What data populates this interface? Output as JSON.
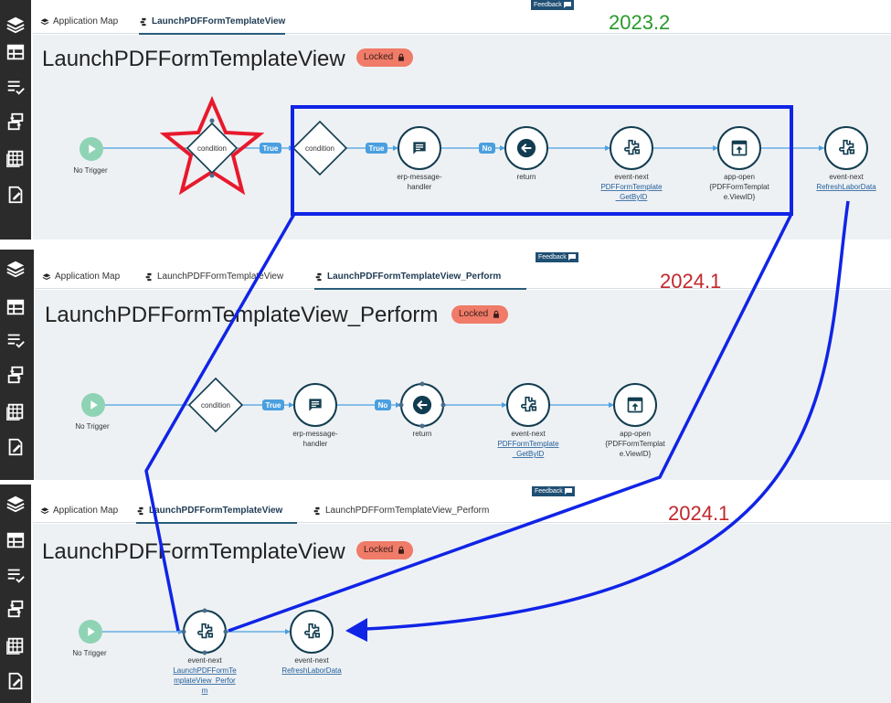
{
  "colors": {
    "accent_node": "#123d50",
    "trigger": "#8fd3b5",
    "pill": "#4a9fe0",
    "annotation_blue": "#1024e6",
    "star_red": "#e8192c",
    "green_version": "#2a9a2a",
    "red_version": "#c0282d"
  },
  "icons": [
    "layers-icon",
    "table-icon",
    "list-check-icon",
    "transfer-icon",
    "grid-icon",
    "edit-icon",
    "lock-icon",
    "feedback-icon",
    "chat-icon",
    "back-arrow-icon",
    "puzzle-icon",
    "app-open-icon",
    "play-icon"
  ],
  "panel1": {
    "version": "2023.2",
    "feedback": "Feedback",
    "tabs": [
      {
        "label": "Application Map"
      },
      {
        "label": "LaunchPDFFormTemplateView"
      }
    ],
    "title": "LaunchPDFFormTemplateView",
    "locked": "Locked",
    "nodes": {
      "trigger": "No Trigger",
      "condition1": "condition",
      "condition2": "condition",
      "erp_l1": "erp-message-",
      "erp_l2": "handler",
      "return": "return",
      "ev1": "event-next",
      "ev1_link1": "PDFFormTemplate",
      "ev1_link2": "_GetByID",
      "app": "app-open",
      "app_sub1": "{PDFFormTemplat",
      "app_sub2": "e.ViewID}",
      "ev2": "event-next",
      "ev2_link": "RefreshLaborData"
    },
    "pills": {
      "true1": "True",
      "true2": "True",
      "no": "No"
    }
  },
  "panel2": {
    "version": "2024.1",
    "feedback": "Feedback",
    "tabs": [
      {
        "label": "Application Map"
      },
      {
        "label": "LaunchPDFFormTemplateView"
      },
      {
        "label": "LaunchPDFFormTemplateView_Perform"
      }
    ],
    "title": "LaunchPDFFormTemplateView_Perform",
    "locked": "Locked",
    "nodes": {
      "trigger": "No Trigger",
      "condition": "condition",
      "erp_l1": "erp-message-",
      "erp_l2": "handler",
      "return": "return",
      "ev1": "event-next",
      "ev1_link1": "PDFFormTemplate",
      "ev1_link2": "_GetByID",
      "app": "app-open",
      "app_sub1": "{PDFFormTemplat",
      "app_sub2": "e.ViewID}"
    },
    "pills": {
      "true": "True",
      "no": "No"
    }
  },
  "panel3": {
    "version": "2024.1",
    "feedback": "Feedback",
    "tabs": [
      {
        "label": "Application Map"
      },
      {
        "label": "LaunchPDFFormTemplateView"
      },
      {
        "label": "LaunchPDFFormTemplateView_Perform"
      }
    ],
    "title": "LaunchPDFFormTemplateView",
    "locked": "Locked",
    "nodes": {
      "trigger": "No Trigger",
      "ev1": "event-next",
      "ev1_link1": "LaunchPDFFormTe",
      "ev1_link2": "mplateView_Perfor",
      "ev1_link3": "m",
      "ev2": "event-next",
      "ev2_link": "RefreshLaborData"
    }
  }
}
